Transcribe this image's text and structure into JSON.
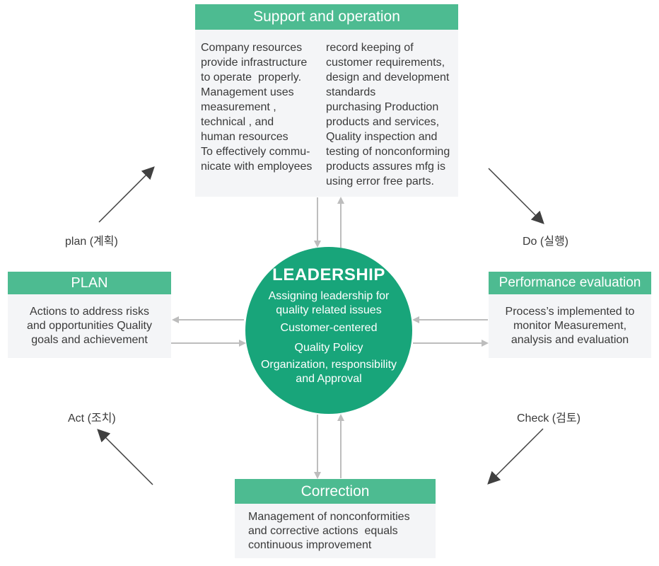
{
  "support": {
    "title": "Support and operation",
    "left_lines": [
      "Company resources",
      "provide infrastructure",
      "to operate  properly.",
      "Management uses",
      "measurement ,",
      "technical , and",
      "human resources",
      "To effectively commu-",
      "nicate with employees"
    ],
    "right_lines": [
      "record keeping of",
      "customer requirements,",
      "design and development",
      "standards",
      "purchasing Production",
      "products and services,",
      "Quality inspection and",
      "testing of nonconforming",
      "products assures mfg is",
      "using error free parts."
    ]
  },
  "plan": {
    "title": "PLAN",
    "lines": [
      "Actions to address risks",
      "and opportunities Quality",
      "goals and achievement"
    ]
  },
  "performance": {
    "title": "Performance evaluation",
    "lines": [
      "Process’s implemented to",
      "monitor Measurement,",
      "analysis and evaluation"
    ]
  },
  "correction": {
    "title": "Correction",
    "lines": [
      "Management of nonconformities",
      "and corrective actions  equals",
      "continuous improvement"
    ]
  },
  "leadership": {
    "title": "LEADERSHIP",
    "items": [
      [
        "Assigning leadership for",
        "quality related issues"
      ],
      [
        "Customer-centered"
      ],
      [
        "Quality Policy"
      ],
      [
        "Organization, responsibility",
        "and Approval"
      ]
    ]
  },
  "cycle": {
    "plan": "plan (계획)",
    "do": "Do (실행)",
    "check": "Check (검토)",
    "act": "Act (조치)"
  },
  "colors": {
    "header_green": "#4dbb91",
    "circle_green": "#18a57a",
    "box_background": "#f4f5f7",
    "connector_gray": "#bdbdbd",
    "cycle_arrow": "#404040"
  }
}
